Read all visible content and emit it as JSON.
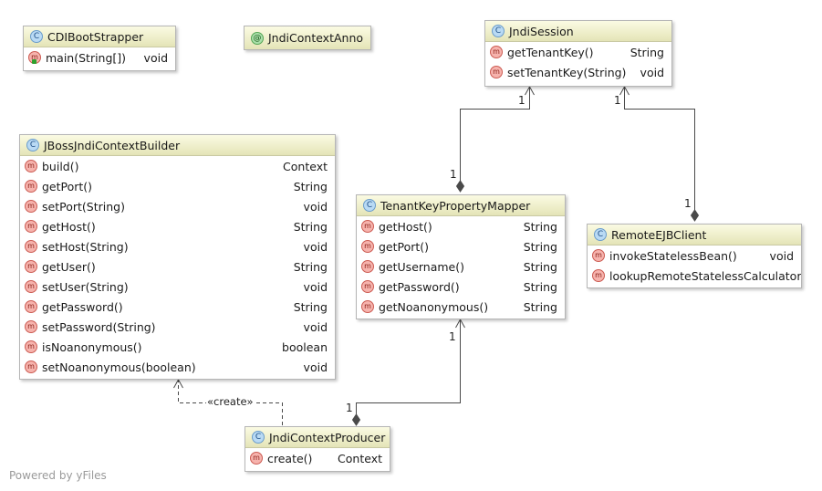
{
  "classes": {
    "cdi_boot_strapper": {
      "badge": "C",
      "name": "CDIBootStrapper",
      "methods": [
        {
          "name": "main(String[])",
          "type": "void"
        }
      ]
    },
    "jndi_context_anno": {
      "badge": "@",
      "name": "JndiContextAnno"
    },
    "jndi_session": {
      "badge": "C",
      "name": "JndiSession",
      "methods": [
        {
          "name": "getTenantKey()",
          "type": "String"
        },
        {
          "name": "setTenantKey(String)",
          "type": "void"
        }
      ]
    },
    "jboss_jndi_context_builder": {
      "badge": "C",
      "name": "JBossJndiContextBuilder",
      "methods": [
        {
          "name": "build()",
          "type": "Context"
        },
        {
          "name": "getPort()",
          "type": "String"
        },
        {
          "name": "setPort(String)",
          "type": "void"
        },
        {
          "name": "getHost()",
          "type": "String"
        },
        {
          "name": "setHost(String)",
          "type": "void"
        },
        {
          "name": "getUser()",
          "type": "String"
        },
        {
          "name": "setUser(String)",
          "type": "void"
        },
        {
          "name": "getPassword()",
          "type": "String"
        },
        {
          "name": "setPassword(String)",
          "type": "void"
        },
        {
          "name": "isNoanonymous()",
          "type": "boolean"
        },
        {
          "name": "setNoanonymous(boolean)",
          "type": "void"
        }
      ]
    },
    "tenant_key_property_mapper": {
      "badge": "C",
      "name": "TenantKeyPropertyMapper",
      "methods": [
        {
          "name": "getHost()",
          "type": "String"
        },
        {
          "name": "getPort()",
          "type": "String"
        },
        {
          "name": "getUsername()",
          "type": "String"
        },
        {
          "name": "getPassword()",
          "type": "String"
        },
        {
          "name": "getNoanonymous()",
          "type": "String"
        }
      ]
    },
    "remote_ejb_client": {
      "badge": "C",
      "name": "RemoteEJBClient",
      "methods": [
        {
          "name": "invokeStatelessBean()",
          "type": "void"
        },
        {
          "name": "lookupRemoteStatelessCalculator()",
          "type": ""
        }
      ]
    },
    "jndi_context_producer": {
      "badge": "C",
      "name": "JndiContextProducer",
      "methods": [
        {
          "name": "create()",
          "type": "Context"
        }
      ]
    }
  },
  "method_badge": "m",
  "relations": {
    "session_mapper": {
      "source_mult": "1",
      "target_mult": "1"
    },
    "session_remote": {
      "source_mult": "1",
      "target_mult": "1"
    },
    "mapper_producer": {
      "source_mult": "1",
      "target_mult": "1"
    },
    "producer_builder": {
      "label": "«create»"
    }
  },
  "footer": "Powered by yFiles",
  "colors": {
    "header_top": "#fbfbe3",
    "header_bottom": "#e4e4b7",
    "edge": "#4a4a4a",
    "class_badge": "#b9daf4",
    "method_badge": "#f6b3ad",
    "annotation_badge": "#a9dfa9"
  }
}
